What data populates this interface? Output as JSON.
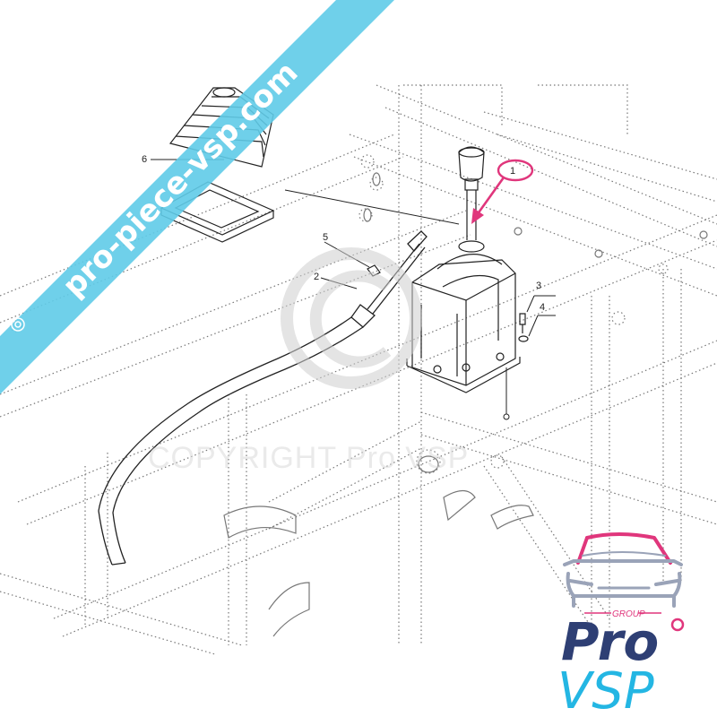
{
  "watermark": {
    "banner_text": "pro-piece-vsp.com",
    "copyright_text": "COPYRIGHT Pro VSP"
  },
  "diagram": {
    "callouts": [
      {
        "id": "1",
        "label": "1",
        "highlighted": true
      },
      {
        "id": "2",
        "label": "2"
      },
      {
        "id": "3",
        "label": "3"
      },
      {
        "id": "4",
        "label": "4"
      },
      {
        "id": "5",
        "label": "5"
      },
      {
        "id": "6",
        "label": "6"
      }
    ]
  },
  "logo": {
    "group": "GROUP",
    "pro": "Pro",
    "vsp": "VSP"
  },
  "colors": {
    "banner": "#5fcbe8",
    "highlight": "#e0367c",
    "logo_navy": "#2e3f74",
    "logo_cyan": "#24b6e3",
    "logo_pink": "#e0367c"
  }
}
